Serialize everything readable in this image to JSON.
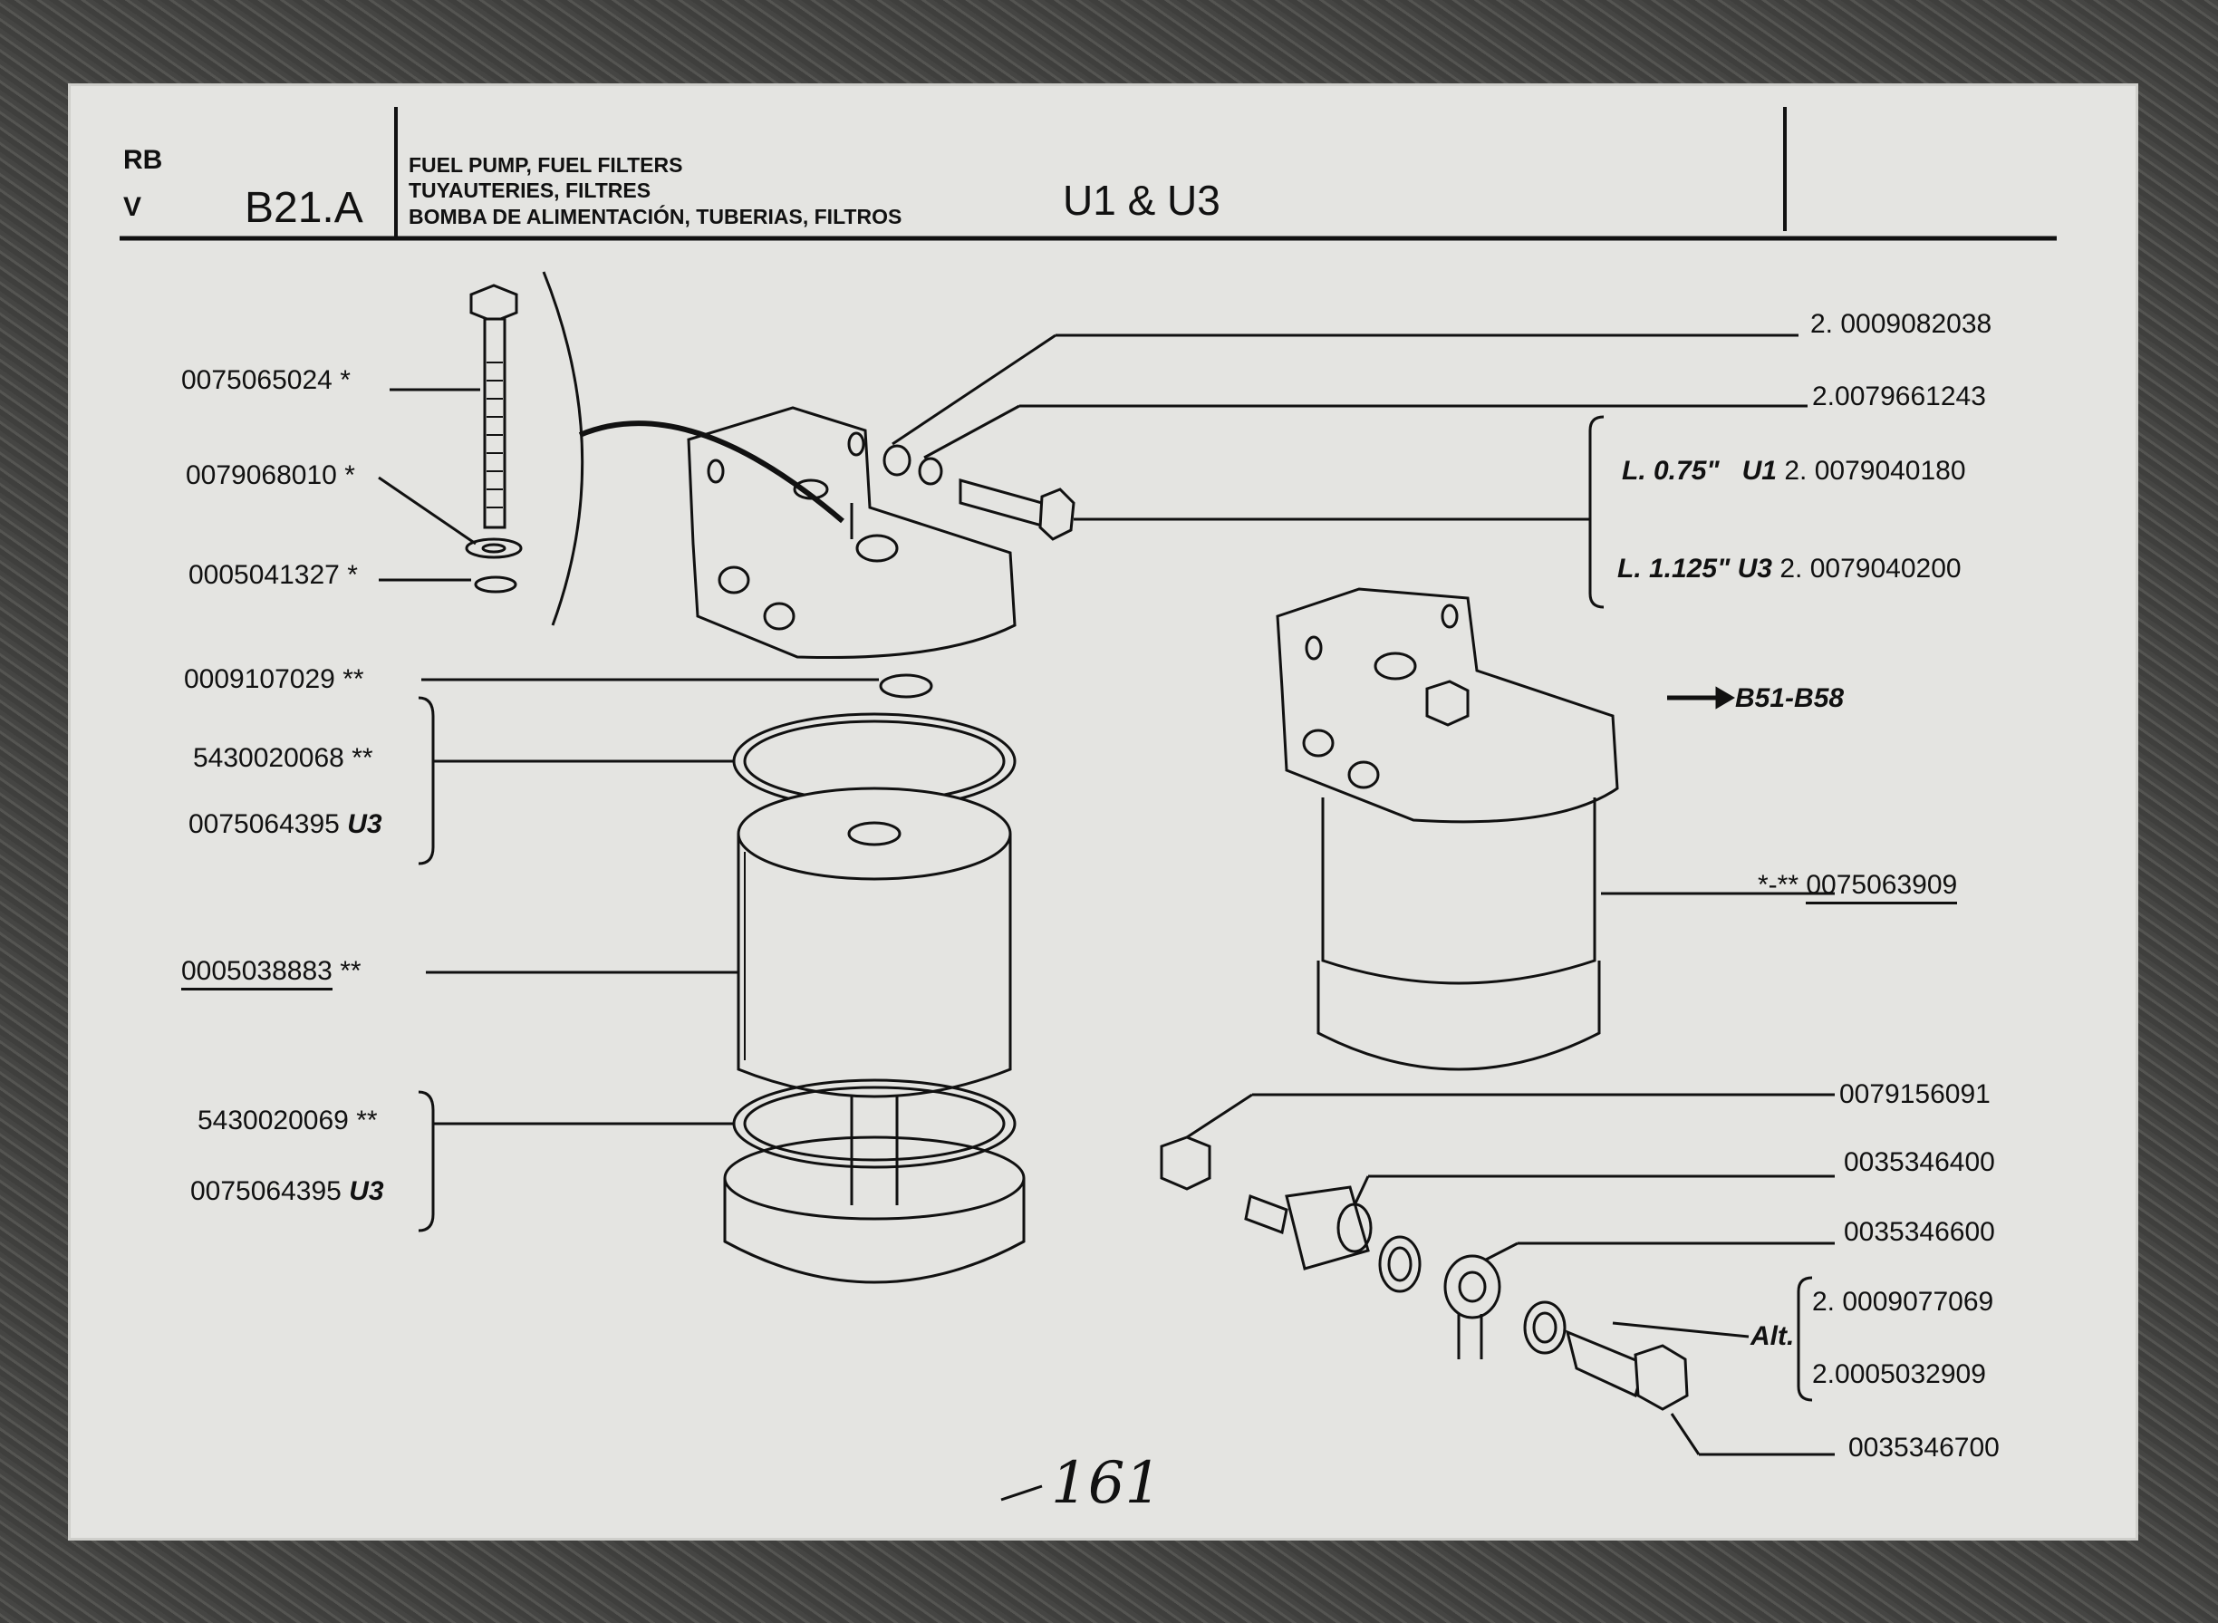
{
  "header": {
    "code_top": "RB",
    "code_bottom": "V",
    "section": "B21.A",
    "title_en": "FUEL PUMP, FUEL FILTERS",
    "title_fr": "TUYAUTERIES, FILTRES",
    "title_es": "BOMBA DE ALIMENTACIÓN, TUBERIAS, FILTROS",
    "models": "U1 & U3"
  },
  "left_labels": [
    {
      "part": "0075065024",
      "mark": "*"
    },
    {
      "part": "0079068010",
      "mark": "*"
    },
    {
      "part": "0005041327",
      "mark": "*"
    },
    {
      "part": "0009107029",
      "mark": "**"
    },
    {
      "part": "5430020068",
      "mark": "**"
    },
    {
      "part": "0075064395",
      "mark": "U3"
    },
    {
      "part": "0005038883",
      "mark": "**"
    },
    {
      "part": "5430020069",
      "mark": "**"
    },
    {
      "part": "0075064395",
      "mark": "U3"
    }
  ],
  "right_labels": [
    {
      "qty": "2.",
      "part": "0009082038"
    },
    {
      "qty": "2.",
      "part": "0079661243"
    },
    {
      "note": "L. 0.75\"",
      "model": "U1",
      "qty": "2.",
      "part": "0079040180"
    },
    {
      "note": "L. 1.125\"",
      "model": "U3",
      "qty": "2.",
      "part": "0079040200"
    },
    {
      "mark": "*-**",
      "part": "0075063909"
    },
    {
      "part": "0079156091"
    },
    {
      "part": "0035346400"
    },
    {
      "part": "0035346600"
    },
    {
      "qty": "2.",
      "part": "0009077069"
    },
    {
      "qty": "2.",
      "part": "0005032909"
    },
    {
      "part": "0035346700"
    }
  ],
  "reference": "B51-B58",
  "alt_label": "Alt.",
  "page_number": "161"
}
